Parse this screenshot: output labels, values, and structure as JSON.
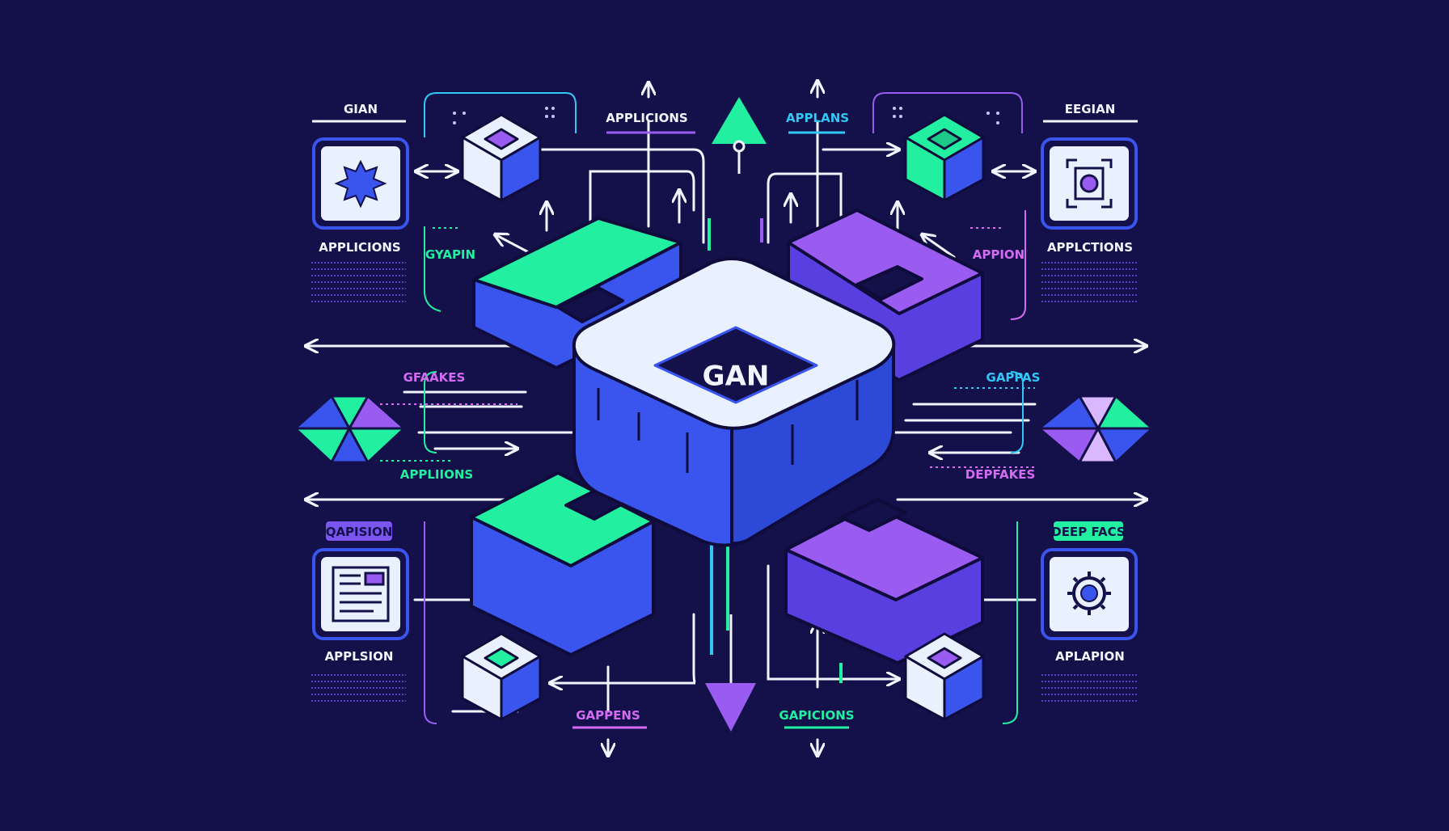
{
  "colors": {
    "background": "#13104a",
    "white": "#f2f5ff",
    "green": "#22f0a0",
    "blue": "#3a55ee",
    "purple": "#9a5cf0",
    "pink": "#d36cf2",
    "cyan": "#31c8f5",
    "dark": "#0f0c3c"
  },
  "center": {
    "label": "GAN"
  },
  "corners": {
    "top_left": {
      "heading": "GIAN",
      "label": "APPLICIONS",
      "icon": "starburst-icon"
    },
    "top_right": {
      "heading": "EEGIAN",
      "label": "APPLCTIONS",
      "icon": "focus-frame-icon"
    },
    "bottom_left": {
      "badge": "QAPISION",
      "label": "APPLSION",
      "icon": "document-icon"
    },
    "bottom_right": {
      "badge": "DEEP FACS",
      "label": "APLAPION",
      "icon": "gear-icon"
    }
  },
  "labels": {
    "top_left": "APPLICIONS",
    "top_right": "APPLANS",
    "mid_left_upper": "GYAPIN",
    "mid_right_upper": "APPION",
    "mid_left": "GFAAKES",
    "mid_right": "GAPPAS",
    "mid_left_lower": "APPLIIONS",
    "mid_right_lower": "DEPFAKES",
    "bottom_left": "GAPPENS",
    "bottom_right": "GAPICIONS"
  }
}
